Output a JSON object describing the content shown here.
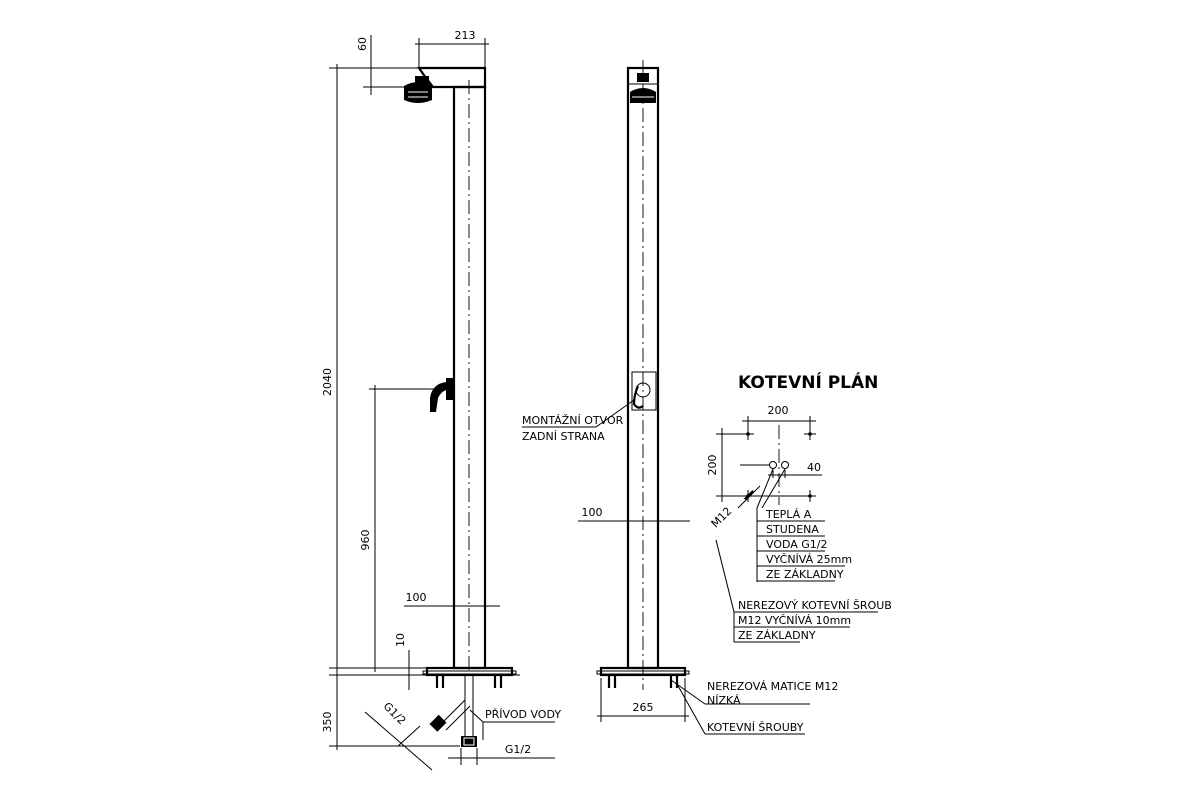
{
  "dimensions": {
    "top_offset": "60",
    "head_width": "213",
    "total_height": "2040",
    "lever_height": "960",
    "column_width_side": "100",
    "base_gap": "10",
    "below_ground": "350",
    "inlet_thread_angled": "G1/2",
    "inlet_thread_bottom": "G1/2",
    "column_width_front": "100",
    "base_width": "265"
  },
  "labels": {
    "water_inlet": "PŘÍVOD VODY",
    "mounting_hole_1": "MONTÁŽNÍ OTVOR",
    "mounting_hole_2": "ZADNÍ STRANA",
    "nut_1": "NEREZOVÁ MATICE M12",
    "nut_2": "NÍZKÁ",
    "anchor_bolts": "KOTEVNÍ ŠROUBY"
  },
  "anchor_plan": {
    "title": "KOTEVNÍ  PLÁN",
    "dim_horizontal": "200",
    "dim_vertical": "200",
    "dim_pipes": "40",
    "dim_bolt": "M12",
    "note_lines": [
      "TEPLÁ A",
      "STUDENA",
      "VODA G1/2",
      "VYČNÍVÁ 25mm",
      "ZE ZÁKLADNY"
    ],
    "bolt_note_lines": [
      "NEREZOVÝ KOTEVNÍ ŠROUB",
      "M12 VYČNÍVÁ 10mm",
      "ZE ZÁKLADNY"
    ]
  }
}
